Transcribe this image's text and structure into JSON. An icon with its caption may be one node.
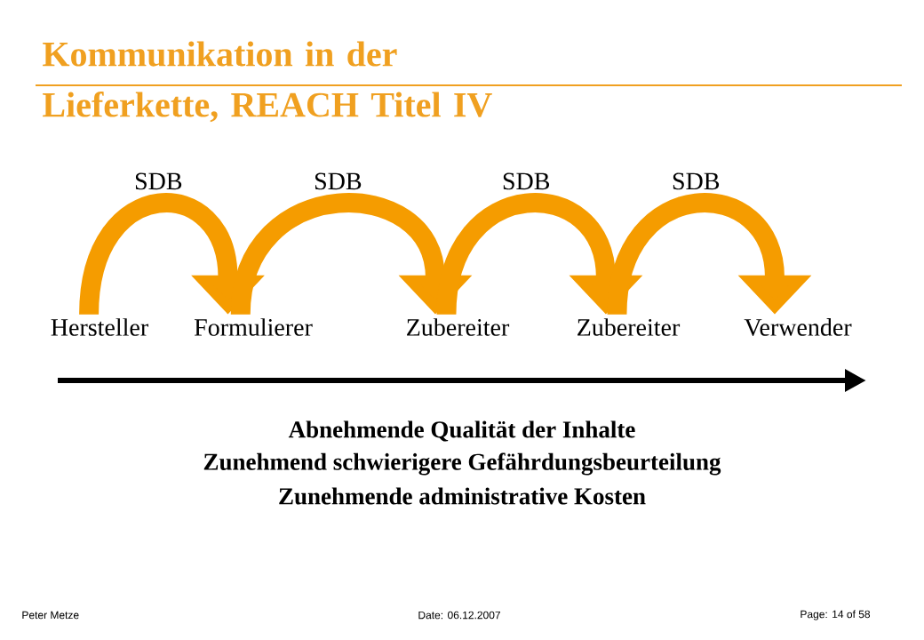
{
  "diagram": {
    "title": "Kommunikation in der Lieferkette, REACH Titel IV",
    "nodes": [
      {
        "text": [
          "Hersteller"
        ]
      },
      {
        "text": [
          "Formulierer"
        ]
      },
      {
        "text": [
          "Zubereiter"
        ]
      },
      {
        "text": [
          "Zubereiter"
        ]
      },
      {
        "text": [
          "Verwender"
        ]
      }
    ],
    "edges": [
      {
        "from": 0,
        "to": 1,
        "arrow": "to",
        "label": "SDB"
      },
      {
        "from": 1,
        "to": 2,
        "arrow": "to",
        "label": "SDB"
      },
      {
        "from": 2,
        "to": 3,
        "arrow": "to",
        "label": "SDB"
      },
      {
        "from": 3,
        "to": 4,
        "arrow": "to",
        "label": "SDB"
      }
    ],
    "labels": [
      "Abnehmende Qualität der Inhalte",
      "Zunehmend schwierigere Gefährdungsbeurteilung",
      "Zunehmende administrative Kosten",
      "Peter Metze",
      "Date: 06.12.2007",
      "Page: 14 of 58"
    ]
  }
}
